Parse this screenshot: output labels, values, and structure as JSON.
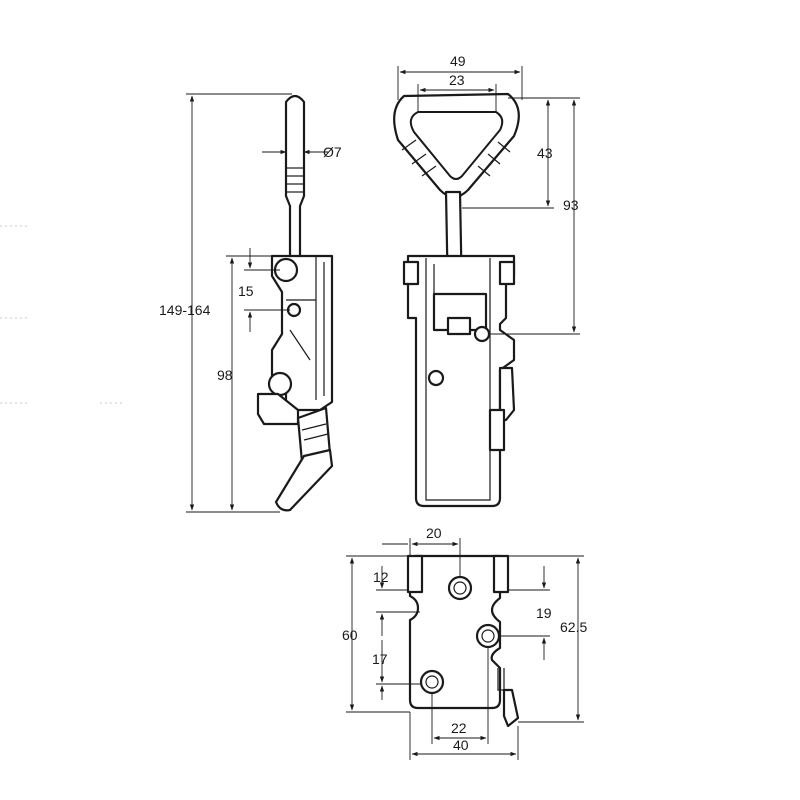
{
  "side_view": {
    "diameter_label": "Ø7",
    "pivot_spacing_label": "15",
    "body_height_label": "98",
    "total_length_label": "149-164"
  },
  "front_view": {
    "handle_outer_width_label": "49",
    "handle_inner_width_label": "23",
    "handle_height_label": "43",
    "handle_to_pivot_label": "93"
  },
  "base_view": {
    "upper_hole_offset_label": "20",
    "upper_slot_label": "12",
    "right_slot_label": "19",
    "base_height_label": "60",
    "total_height_label": "62.5",
    "lower_slot_label": "17",
    "hole_spacing_label": "22",
    "base_width_label": "40"
  }
}
